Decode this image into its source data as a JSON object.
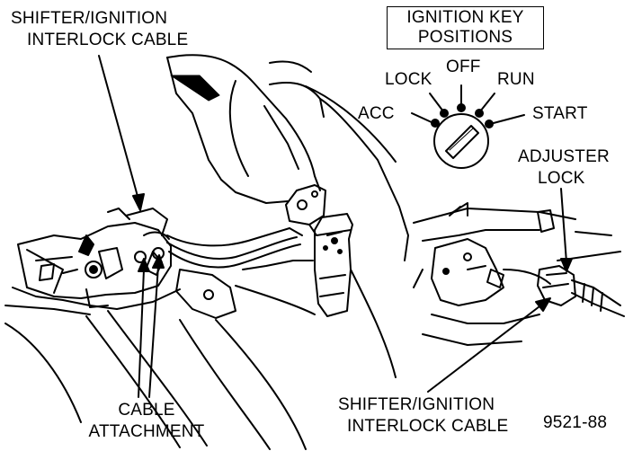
{
  "labels": {
    "top_cable_line1": "SHIFTER/IGNITION",
    "top_cable_line2": "INTERLOCK CABLE",
    "key_title_line1": "IGNITION KEY",
    "key_title_line2": "POSITIONS",
    "pos_off": "OFF",
    "pos_lock": "LOCK",
    "pos_run": "RUN",
    "pos_acc": "ACC",
    "pos_start": "START",
    "adjuster_line1": "ADJUSTER",
    "adjuster_line2": "LOCK",
    "cable_attach_line1": "CABLE",
    "cable_attach_line2": "ATTACHMENT",
    "bottom_cable_line1": "SHIFTER/IGNITION",
    "bottom_cable_line2": "INTERLOCK CABLE",
    "figure_number": "9521-88"
  },
  "colors": {
    "ink": "#000000",
    "paper": "#ffffff"
  }
}
